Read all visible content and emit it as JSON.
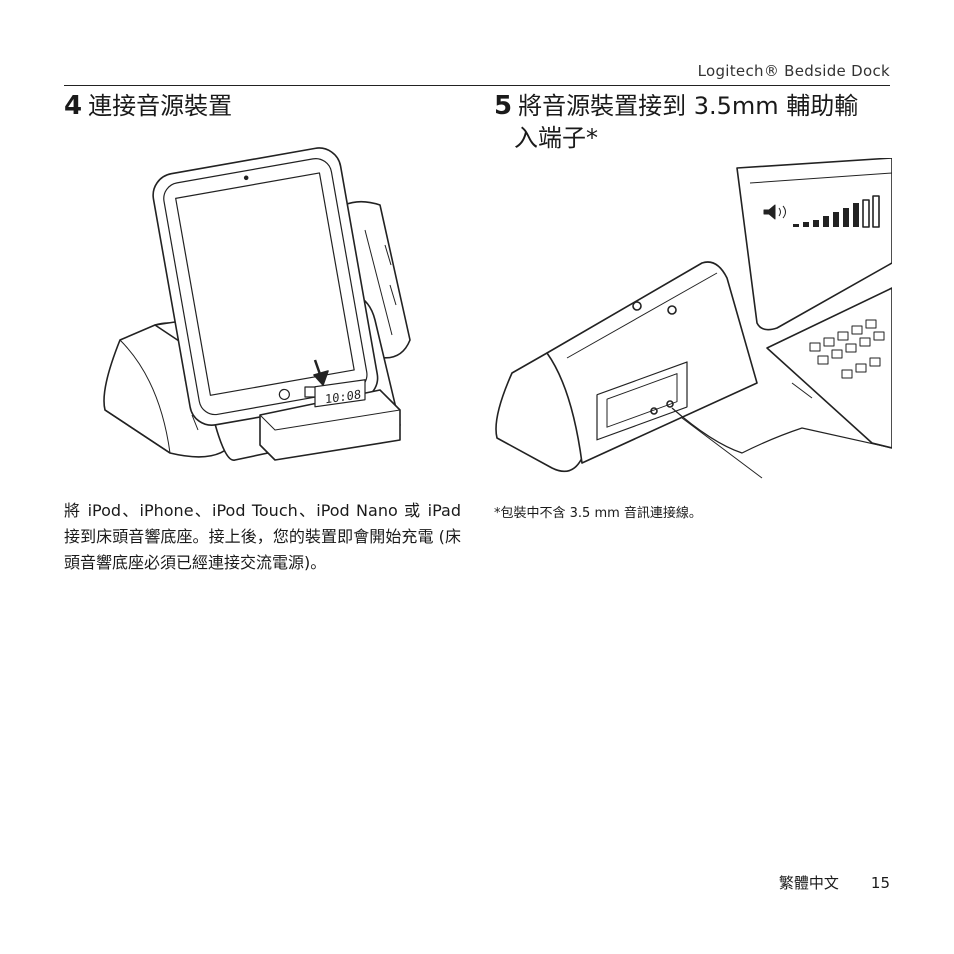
{
  "header": {
    "brand": "Logitech® Bedside Dock"
  },
  "step4": {
    "number": "4",
    "title": "連接音源裝置",
    "body": "將 iPod、iPhone、iPod Touch、iPod Nano 或 iPad 接到床頭音響底座。接上後，您的裝置即會開始充電 (床頭音響底座必須已經連接交流電源)。",
    "clock_display": "10:08"
  },
  "step5": {
    "number": "5",
    "title_line1": "將音源裝置接到 3.5mm 輔助輸",
    "title_line2": "入端子*",
    "footnote": "*包裝中不含 3.5 mm 音訊連接線。"
  },
  "footer": {
    "language": "繁體中文",
    "page_number": "15"
  }
}
